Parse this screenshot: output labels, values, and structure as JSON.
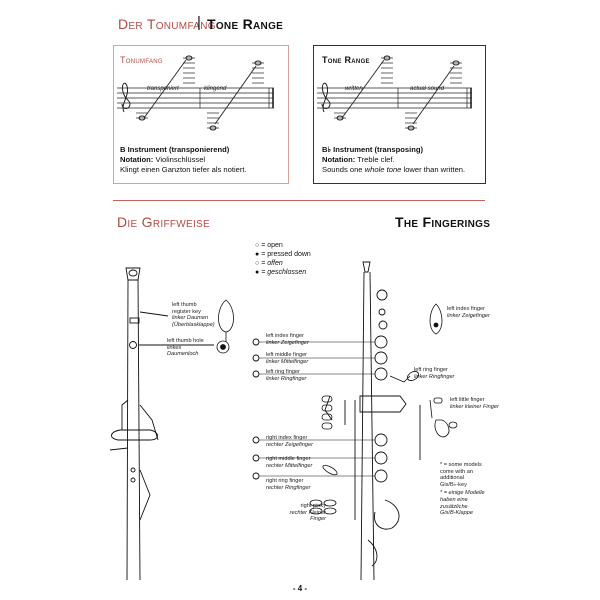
{
  "header": {
    "title_de": "Der Tonumfang",
    "divider": "|",
    "title_en": "Tone Range"
  },
  "range_de": {
    "title": "Tonumfang",
    "label_written": "transponiert",
    "label_sounding": "klingend",
    "line1": "B Instrument (transponierend)",
    "line2_bold": "Notation:",
    "line2_rest": " Violinschlüssel",
    "line3": "Klingt einen Ganzton tiefer als notiert."
  },
  "range_en": {
    "title": "Tone Range",
    "label_written": "written",
    "label_sounding": "actual sound",
    "line1": "B♭ Instrument (transposing)",
    "line2_bold": "Notation:",
    "line2_rest": " Treble clef.",
    "line3_pre": "Sounds one ",
    "line3_italic": "whole tone",
    "line3_post": " lower than written."
  },
  "section": {
    "title_de": "Die Griffweise",
    "title_en": "The Fingerings"
  },
  "legend": [
    {
      "symbol": "○",
      "text": "= open",
      "italic": false
    },
    {
      "symbol": "●",
      "text": "= pressed down",
      "italic": false
    },
    {
      "symbol": "○",
      "text": "= offen",
      "italic": true
    },
    {
      "symbol": "●",
      "text": "= geschlossen",
      "italic": true
    }
  ],
  "left_labels": {
    "thumb_key": "left thumb register key",
    "thumb_key_de": "linker Daumen (Überblasklappe)",
    "thumb_hole": "left thumb hole",
    "thumb_hole_de": "linkes Daumenloch"
  },
  "mid_labels": {
    "left_index": "left index finger",
    "left_index_de": "linker Zeigefinger",
    "left_middle": "left middle finger",
    "left_middle_de": "linker Mittelfinger",
    "left_ring": "left ring finger",
    "left_ring_de": "linker Ringfinger",
    "right_index": "right index finger",
    "right_index_de": "rechter Zeigefinger",
    "right_middle": "right middle finger",
    "right_middle_de": "rechter Mittelfinger",
    "right_ring": "right ring finger",
    "right_ring_de": "rechter Ringfinger",
    "right_pinky": "right pinky",
    "right_pinky_de": "rechter Kleiner Finger"
  },
  "right_labels": {
    "left_index": "left index finger",
    "left_index_de": "linker Zeigefinger",
    "left_ring": "left ring finger",
    "left_ring_de": "linker Ringfinger",
    "left_little": "left little finger",
    "left_little_de": "linker kleiner Finger",
    "note_en_1": "* = some models",
    "note_en_2": "come with an",
    "note_en_3": "additional",
    "note_en_4": "Gis/B♭-key",
    "note_de_1": "* = einige Modelle",
    "note_de_2": "haben eine",
    "note_de_3": "zusätzliche",
    "note_de_4": "Gis/B-Klappe"
  },
  "page_number": "- 4 -",
  "colors": {
    "accent": "#b24b43",
    "divider": "#c4625a"
  }
}
